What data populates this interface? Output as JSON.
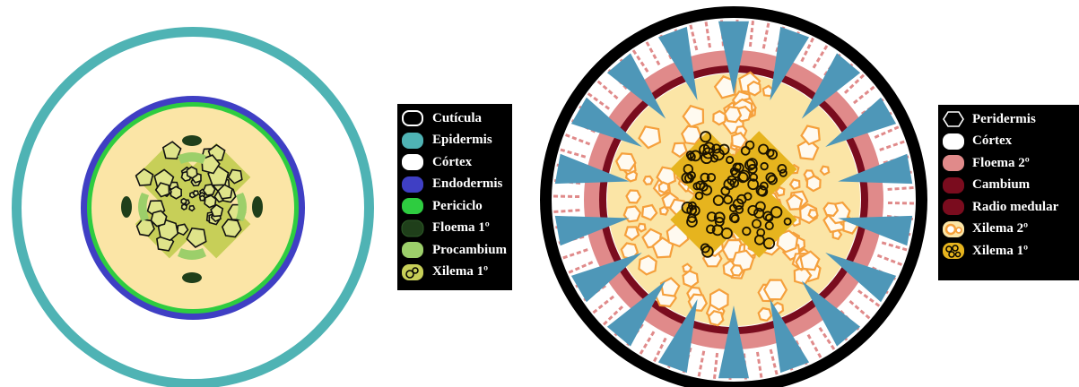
{
  "colors": {
    "cuticula": "#ffffff",
    "epidermis": "#4fb3b4",
    "cortex": "#ffffff",
    "endodermis": "#3f3fc4",
    "periciclo": "#2ecc40",
    "floema1": "#1f3f1a",
    "procambium": "#9ccf6a",
    "xilema1": "#c7cf58",
    "pith": "#fbe5a6",
    "peridermis": "#000000",
    "floema2": "#e08a8a",
    "cambium": "#7a0c1e",
    "radio_medular": "#7a0c1e",
    "xilema2": "#f5a03c",
    "xilema1_sec": "#e6b41e",
    "ray_blue": "#4e97b8"
  },
  "legend_primary": {
    "items": [
      {
        "label": "Cutícula",
        "icon": "cuticle-swatch-icon"
      },
      {
        "label": "Epidermis",
        "icon": "epidermis-swatch-icon"
      },
      {
        "label": "Córtex",
        "icon": "cortex-swatch-icon"
      },
      {
        "label": "Endodermis",
        "icon": "endodermis-swatch-icon"
      },
      {
        "label": "Periciclo",
        "icon": "pericycle-swatch-icon"
      },
      {
        "label": "Floema 1º",
        "icon": "phloem-primary-swatch-icon"
      },
      {
        "label": "Procambium",
        "icon": "procambium-swatch-icon"
      },
      {
        "label": "Xilema 1º",
        "icon": "xylem-primary-swatch-icon"
      }
    ]
  },
  "legend_secondary": {
    "items": [
      {
        "label": "Peridermis",
        "icon": "periderm-swatch-icon"
      },
      {
        "label": "Córtex",
        "icon": "cortex-swatch-icon"
      },
      {
        "label": "Floema 2º",
        "icon": "phloem-secondary-swatch-icon"
      },
      {
        "label": "Cambium",
        "icon": "cambium-swatch-icon"
      },
      {
        "label": "Radio medular",
        "icon": "medullary-ray-swatch-icon"
      },
      {
        "label": "Xilema 2º",
        "icon": "xylem-secondary-swatch-icon"
      },
      {
        "label": "Xilema 1º",
        "icon": "xylem-primary-swatch-icon"
      }
    ]
  }
}
